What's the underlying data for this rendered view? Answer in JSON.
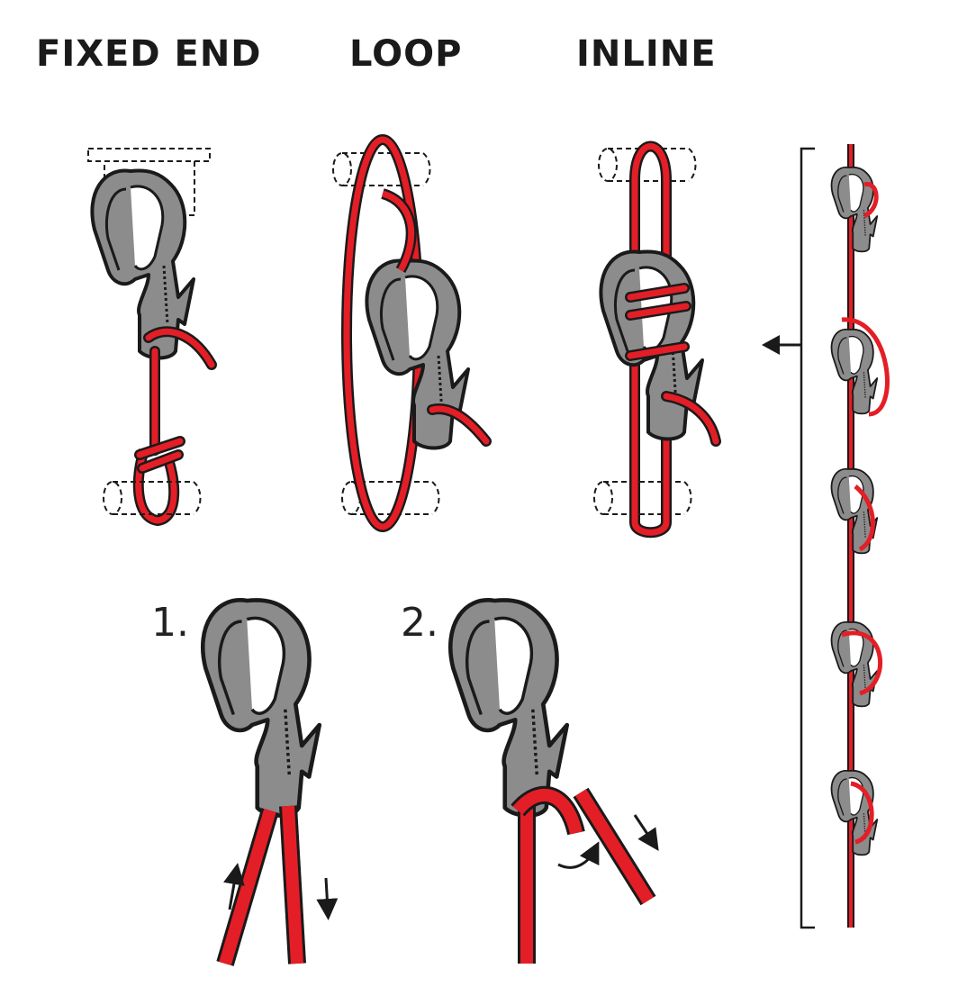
{
  "headings": {
    "fixed_end": "FIXED END",
    "loop": "LOOP",
    "inline": "INLINE"
  },
  "steps": {
    "one": "1.",
    "two": "2."
  },
  "colors": {
    "cord": "#e41e26",
    "hook": "#8c8c8c",
    "outline": "#1a1a1a",
    "background": "#ffffff"
  }
}
